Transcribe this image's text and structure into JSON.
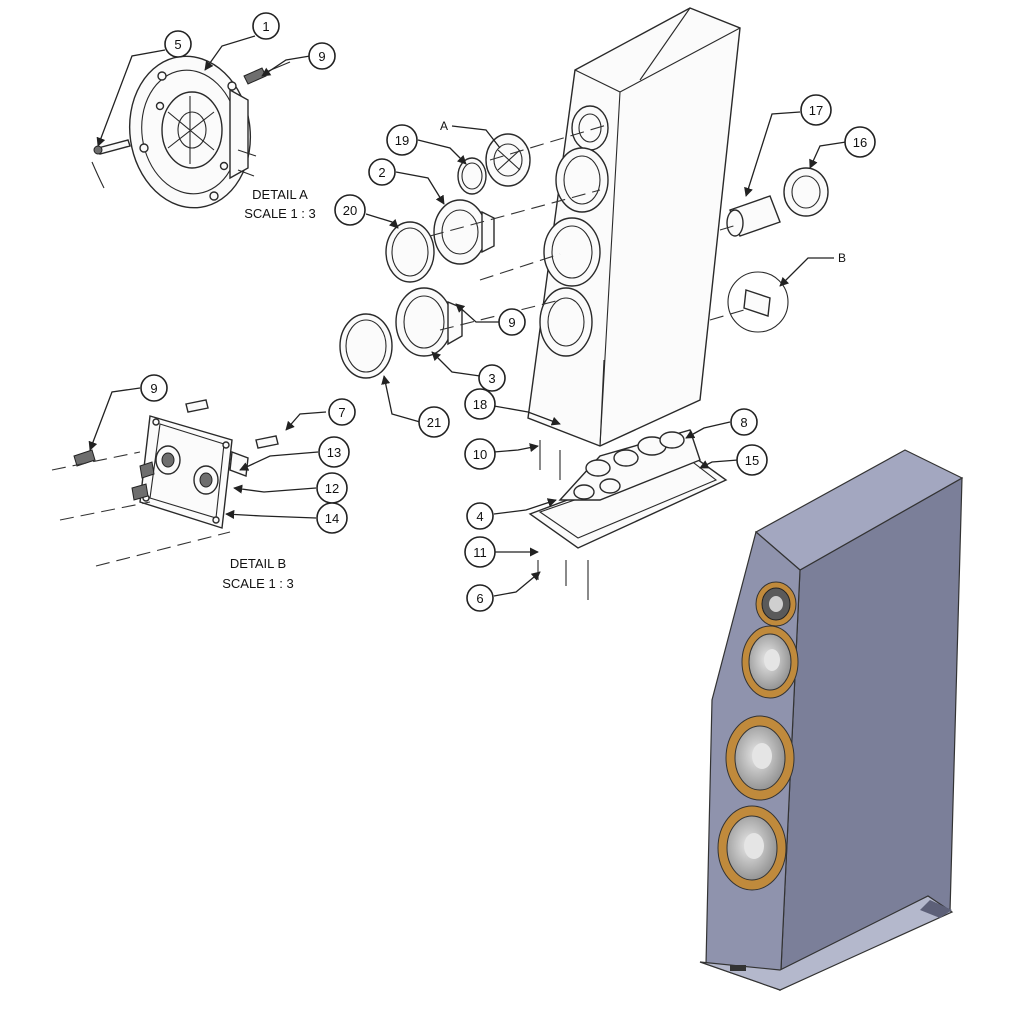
{
  "details": {
    "a": {
      "title": "DETAIL A",
      "scale": "SCALE 1 : 3"
    },
    "b": {
      "title": "DETAIL B",
      "scale": "SCALE 1 : 3"
    }
  },
  "detail_letters": {
    "a": "A",
    "b": "B"
  },
  "balloons": [
    {
      "id": "b1",
      "label": "1"
    },
    {
      "id": "b5",
      "label": "5"
    },
    {
      "id": "b9a",
      "label": "9"
    },
    {
      "id": "b19",
      "label": "19"
    },
    {
      "id": "b2",
      "label": "2"
    },
    {
      "id": "b20",
      "label": "20"
    },
    {
      "id": "b9b",
      "label": "9"
    },
    {
      "id": "b3",
      "label": "3"
    },
    {
      "id": "b21",
      "label": "21"
    },
    {
      "id": "b17",
      "label": "17"
    },
    {
      "id": "b16",
      "label": "16"
    },
    {
      "id": "b18",
      "label": "18"
    },
    {
      "id": "b10",
      "label": "10"
    },
    {
      "id": "b8",
      "label": "8"
    },
    {
      "id": "b15",
      "label": "15"
    },
    {
      "id": "b4",
      "label": "4"
    },
    {
      "id": "b11",
      "label": "11"
    },
    {
      "id": "b6",
      "label": "6"
    },
    {
      "id": "b9c",
      "label": "9"
    },
    {
      "id": "b7",
      "label": "7"
    },
    {
      "id": "b13",
      "label": "13"
    },
    {
      "id": "b12",
      "label": "12"
    },
    {
      "id": "b14",
      "label": "14"
    }
  ],
  "colors": {
    "cabinet_face": "#8f93ad",
    "cabinet_side": "#7b7f99",
    "cabinet_top": "#a3a7c0",
    "driver_ring": "#c08a3c",
    "driver_cone": "#c9c9c9"
  }
}
